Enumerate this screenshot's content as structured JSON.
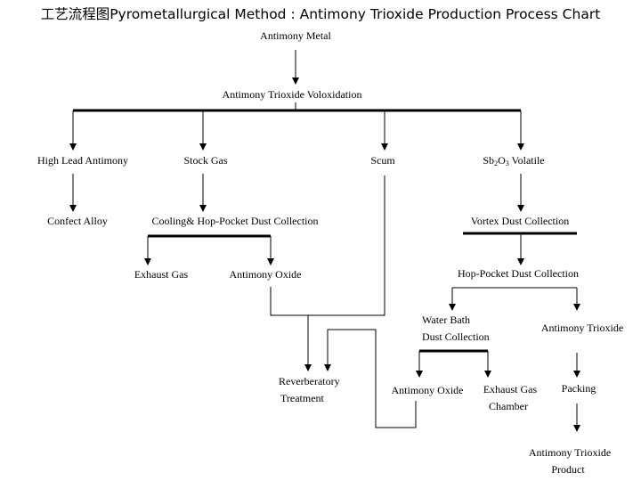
{
  "title": "工艺流程图Pyrometallurgical  Method : Antimony Trioxide Production Process Chart",
  "nodes": {
    "antimony_metal": "Antimony Metal",
    "voloxidation": "Antimony Trioxide Voloxidation",
    "high_lead_antimony": "High Lead Antimony",
    "stock_gas": "Stock Gas",
    "scum": "Scum",
    "sb2o3_volatile": {
      "a": "Sb",
      "sub1": "2",
      "b": "O",
      "sub2": "3",
      "c": " Volatile"
    },
    "confect_alloy": "Confect Alloy",
    "cooling_collection": "Cooling& Hop-Pocket Dust Collection",
    "vortex_collection": "Vortex Dust Collection",
    "exhaust_gas_left": "Exhaust Gas",
    "antimony_oxide_left": "Antimony Oxide",
    "hop_pocket_collection": "Hop-Pocket Dust Collection",
    "water_bath_line1": "Water Bath",
    "water_bath_line2": "Dust Collection",
    "antimony_trioxide": "Antimony Trioxide",
    "reverberatory_line1": "Reverberatory",
    "reverberatory_line2": "Treatment",
    "antimony_oxide_right": "Antimony Oxide",
    "exhaust_gas_chamber_line1": "Exhaust Gas",
    "exhaust_gas_chamber_line2": "Chamber",
    "packing": "Packing",
    "product_line1": "Antimony Trioxide",
    "product_line2": "Product"
  }
}
